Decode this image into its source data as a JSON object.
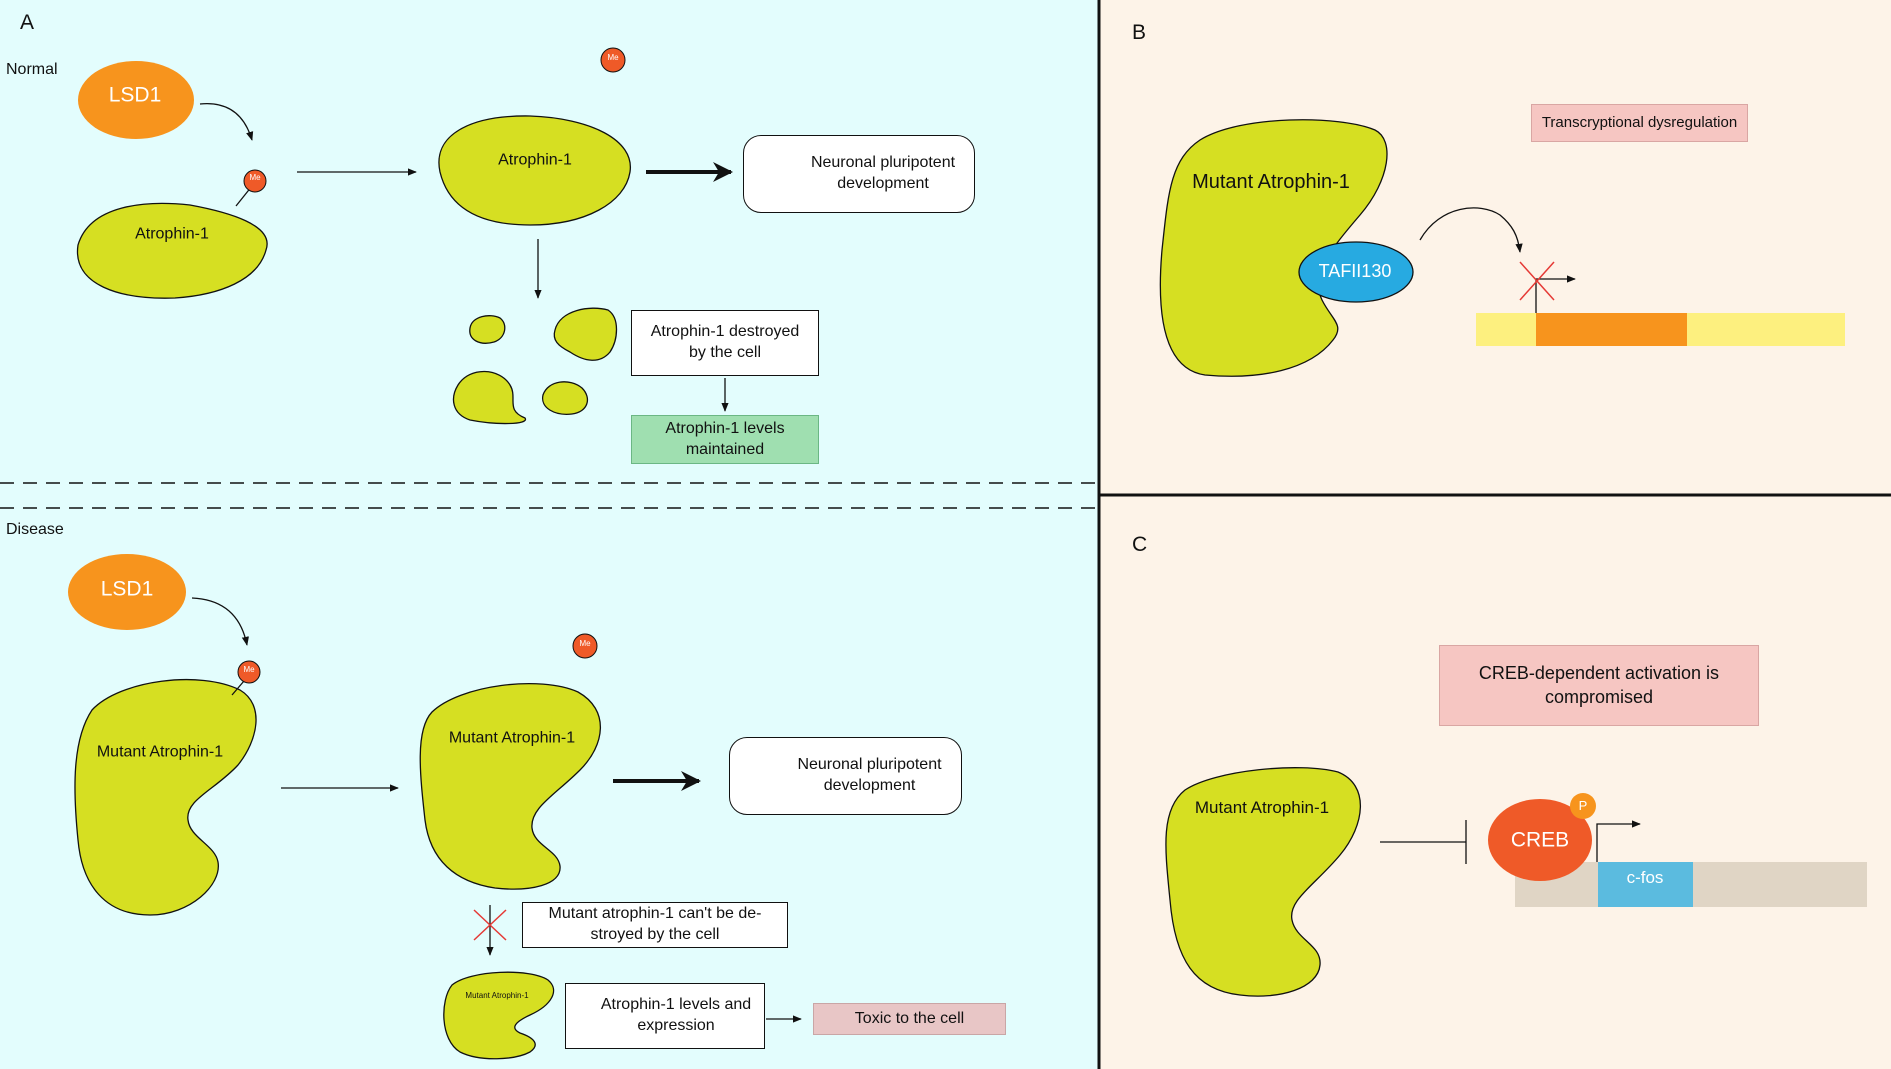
{
  "panel_a": {
    "letter": "A",
    "normal": {
      "label": "Normal",
      "lsd1": "LSD1",
      "me_tag": "Me",
      "atrophin_left": "Atrophin-1",
      "atrophin_right": "Atrophin-1",
      "outcome": "Neuronal pluripotent\ndevelopment",
      "destroyed": "Atrophin-1 destroyed\nby the cell",
      "maintained": "Atrophin-1 levels\nmaintained"
    },
    "disease": {
      "label": "Disease",
      "lsd1": "LSD1",
      "me_tag": "Me",
      "mutant_left": "Mutant Atrophin-1",
      "mutant_right": "Mutant Atrophin-1",
      "outcome": "Neuronal pluripotent\ndevelopment",
      "not_destroyed": "Mutant atrophin-1 can't be de-\nstroyed by the cell",
      "mutant_small": "Mutant Atrophin-1",
      "levels": "Atrophin-1 levels and\nexpression",
      "toxic": "Toxic to the cell"
    }
  },
  "panel_b": {
    "letter": "B",
    "mutant": "Mutant Atrophin-1",
    "tafii": "TAFII130",
    "dysregulation": "Transcryptional dysregulation"
  },
  "panel_c": {
    "letter": "C",
    "compromised": "CREB-dependent activation is\ncompromised",
    "mutant": "Mutant Atrophin-1",
    "creb": "CREB",
    "phospho": "P",
    "cfos": "c-fos"
  },
  "colors": {
    "panel_a_bg": "#e3fdfd",
    "panel_bc_bg": "#fdf3e8",
    "protein_fill": "#d6df22",
    "lsd1_fill": "#f7941d",
    "methyl_fill": "#ef5a28",
    "tafii_fill": "#27aae1",
    "creb_fill": "#ef5a28",
    "phospho_fill": "#f7941d",
    "gene_light_yellow": "#fdf07f",
    "gene_orange": "#f7941d",
    "gene_beige": "#e0d5c5",
    "gene_cfos": "#5bbbdf",
    "green_box": "#9fdfb0",
    "pink_box": "#f6c6c2"
  }
}
